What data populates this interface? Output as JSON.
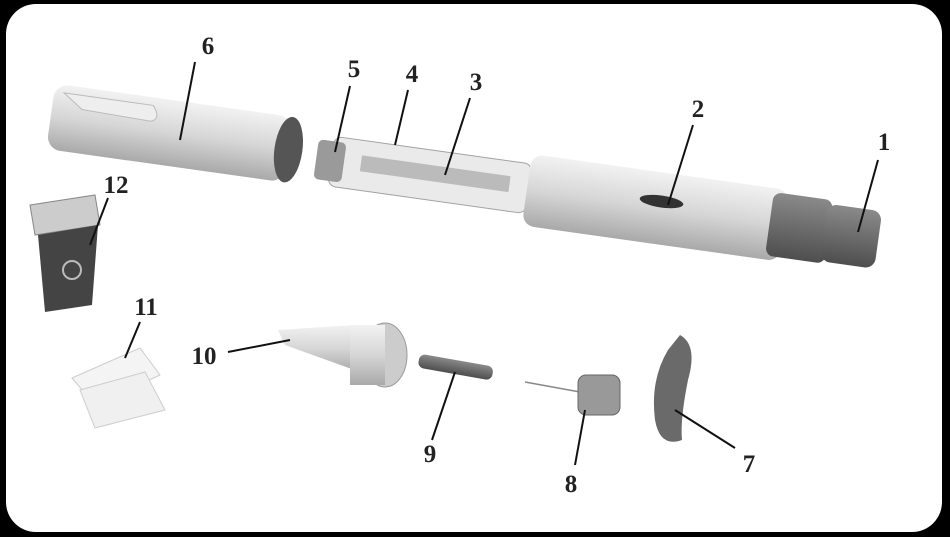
{
  "labels": {
    "1": "1",
    "2": "2",
    "3": "3",
    "4": "4",
    "5": "5",
    "6": "6",
    "7": "7",
    "8": "8",
    "9": "9",
    "10": "10",
    "11": "11",
    "12": "12"
  },
  "colors": {
    "background": "#000000",
    "panel": "#ffffff",
    "pen_body": "#d9d9d9",
    "dark_part": "#6b6b6b"
  }
}
